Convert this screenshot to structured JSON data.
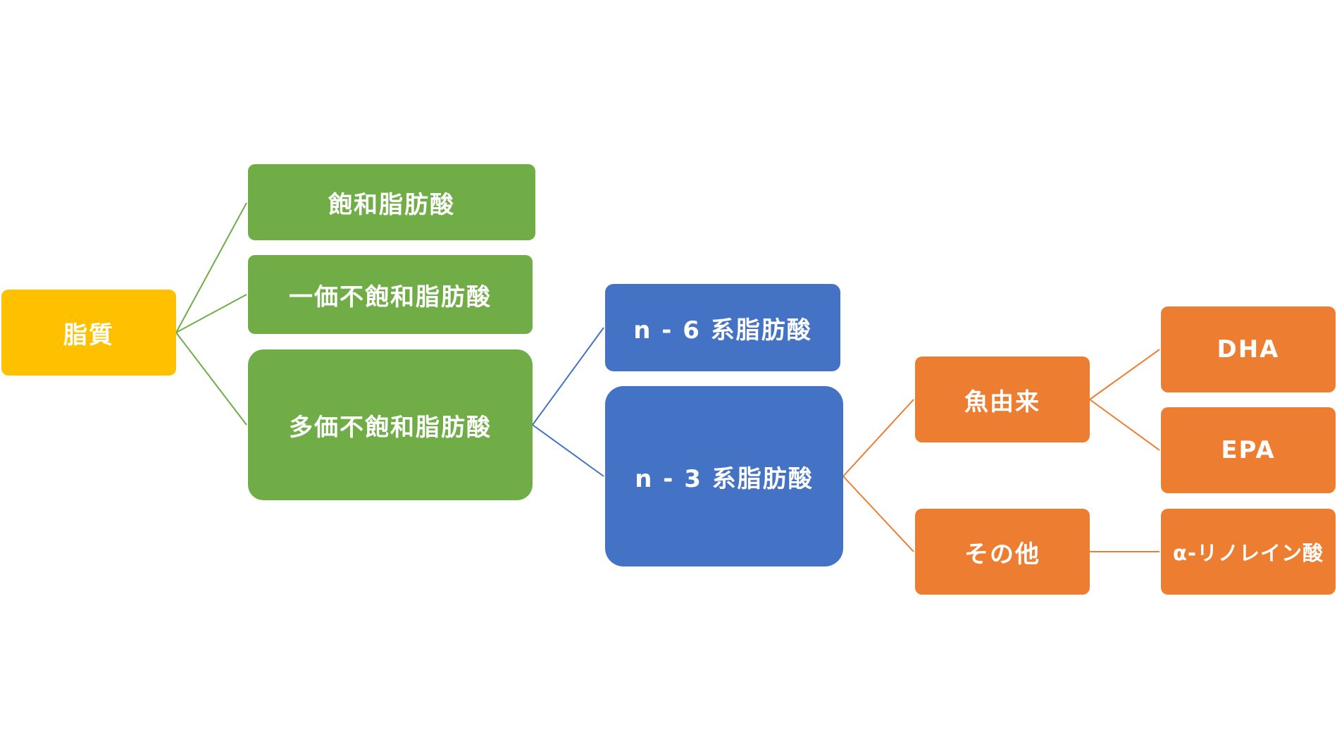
{
  "diagram": {
    "nodes": {
      "lipid": "脂質",
      "sfa": "飽和脂肪酸",
      "mufa": "一価不飽和脂肪酸",
      "pufa": "多価不飽和脂肪酸",
      "n6": "n - 6 系脂肪酸",
      "n3": "n - 3 系脂肪酸",
      "fish": "魚由来",
      "other": "その他",
      "dha": "DHA",
      "epa": "EPA",
      "ala": "α-リノレイン酸"
    },
    "edges": [
      [
        "lipid",
        "sfa"
      ],
      [
        "lipid",
        "mufa"
      ],
      [
        "lipid",
        "pufa"
      ],
      [
        "pufa",
        "n6"
      ],
      [
        "pufa",
        "n3"
      ],
      [
        "n3",
        "fish"
      ],
      [
        "n3",
        "other"
      ],
      [
        "fish",
        "dha"
      ],
      [
        "fish",
        "epa"
      ],
      [
        "other",
        "ala"
      ]
    ],
    "colors": {
      "root": "#FFC000",
      "level1": "#70AD47",
      "level2": "#4472C4",
      "level3": "#ED7D31",
      "text": "#FFFFFF"
    }
  }
}
